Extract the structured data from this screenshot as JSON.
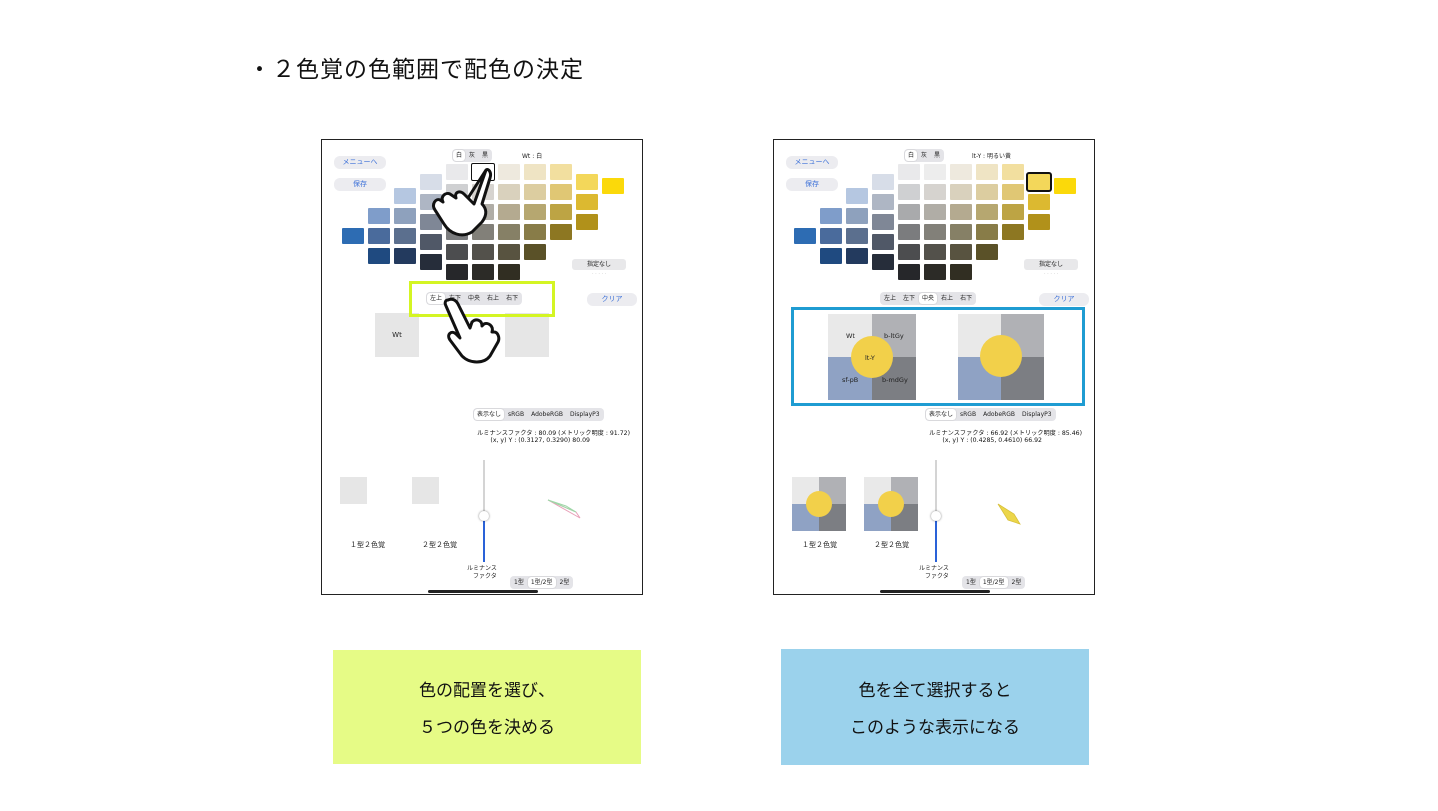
{
  "slide": {
    "title": "・２色覚の色範囲で配色の決定"
  },
  "colors": {
    "yellow_highlight": "#d4f523",
    "blue_highlight": "#1f9cd2",
    "yellow_caption": "#e6fb86",
    "blue_caption": "#9bd2ec",
    "accent": "#3a6fd8",
    "selected_yellow": "#f2d04a"
  },
  "left_screen": {
    "menu_button": "メニューへ",
    "save_button": "保存",
    "bg_segments": [
      {
        "label": "白",
        "on": true
      },
      {
        "label": "灰",
        "on": false
      },
      {
        "label": "黒",
        "on": false
      }
    ],
    "selection_label": "Wt : 白",
    "none_label": "指定なし",
    "clear_button": "クリア",
    "position_segments": [
      {
        "label": "左上",
        "on": true
      },
      {
        "label": "左下",
        "on": false
      },
      {
        "label": "中央",
        "on": false
      },
      {
        "label": "右上",
        "on": false
      },
      {
        "label": "右下",
        "on": false
      }
    ],
    "preview_label": "Wt",
    "gamut_segments": [
      {
        "label": "表示なし",
        "on": true
      },
      {
        "label": "sRGB",
        "on": false
      },
      {
        "label": "AdobeRGB",
        "on": false
      },
      {
        "label": "DisplayP3",
        "on": false
      }
    ],
    "luminance_text": "ルミナンスファクタ : 80.09 (メトリック明度 : 91.72)",
    "xy_text": "(x, y) Y : (0.3127, 0.3290) 80.09",
    "type1_label": "１型２色覚",
    "type2_label": "２型２色覚",
    "slider_label_1": "ルミナンス",
    "slider_label_2": "ファクタ",
    "slider_value": 0.45,
    "type_segments": [
      {
        "label": "1型",
        "on": false
      },
      {
        "label": "1型/2型",
        "on": true
      },
      {
        "label": "2型",
        "on": false
      }
    ]
  },
  "right_screen": {
    "menu_button": "メニューへ",
    "save_button": "保存",
    "bg_segments": [
      {
        "label": "白",
        "on": true
      },
      {
        "label": "灰",
        "on": false
      },
      {
        "label": "黒",
        "on": false
      }
    ],
    "selection_label": "lt-Y : 明るい黄",
    "none_label": "指定なし",
    "clear_button": "クリア",
    "position_segments": [
      {
        "label": "左上",
        "on": false
      },
      {
        "label": "左下",
        "on": false
      },
      {
        "label": "中央",
        "on": true
      },
      {
        "label": "右上",
        "on": false
      },
      {
        "label": "右下",
        "on": false
      }
    ],
    "quad_labels": {
      "tl": "Wt",
      "tr": "b-ltGy",
      "center": "lt-Y",
      "bl": "sf-pB",
      "br": "b-mdGy"
    },
    "gamut_segments": [
      {
        "label": "表示なし",
        "on": true
      },
      {
        "label": "sRGB",
        "on": false
      },
      {
        "label": "AdobeRGB",
        "on": false
      },
      {
        "label": "DisplayP3",
        "on": false
      }
    ],
    "luminance_text": "ルミナンスファクタ : 66.92 (メトリック明度 : 85.46)",
    "xy_text": "(x, y) Y : (0.4285, 0.4610) 66.92",
    "type1_label": "１型２色覚",
    "type2_label": "２型２色覚",
    "slider_label_1": "ルミナンス",
    "slider_label_2": "ファクタ",
    "slider_value": 0.45,
    "type_segments": [
      {
        "label": "1型",
        "on": false
      },
      {
        "label": "1型/2型",
        "on": true
      },
      {
        "label": "2型",
        "on": false
      }
    ]
  },
  "captions": {
    "left_line1": "色の配置を選び、",
    "left_line2": "５つの色を決める",
    "right_line1": "色を全て選択すると",
    "right_line2": "このような表示になる"
  }
}
